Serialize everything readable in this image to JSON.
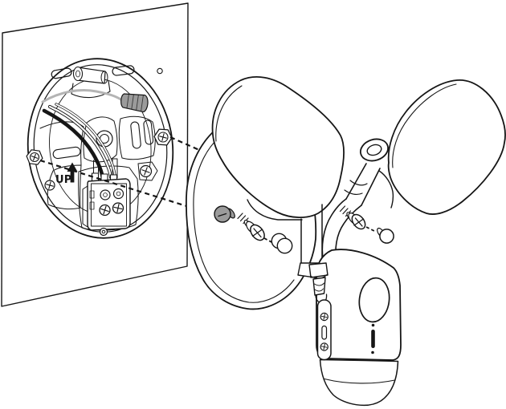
{
  "labels": {
    "up_marking": "UP"
  },
  "glyphs": {
    "up_arrow": "↑",
    "phillips_screw_mark": "+",
    "slotted_cap_mark": "−"
  },
  "colors": {
    "line": "#161616",
    "background": "#ffffff",
    "gray_part": "#9b9b9b",
    "gray_wire": "#b4b4b4"
  },
  "parts": [
    "wall-panel",
    "round-mounting-plate",
    "cable-clamp",
    "wire-nut",
    "gray-supply-wire",
    "black-power-wire",
    "white-power-wire",
    "terminal-block",
    "plate-screw",
    "up-marking",
    "alignment-dashed-line",
    "device-backplate",
    "floodlight-panel-left",
    "floodlight-panel-right",
    "pivot-arm",
    "arm-ring-joint",
    "gray-screw-cap",
    "mounting-screw",
    "white-screw-cap",
    "screw-post-hole",
    "camera-unit",
    "camera-lens",
    "status-indicator",
    "side-button-panel",
    "camera-bottom-cap"
  ]
}
